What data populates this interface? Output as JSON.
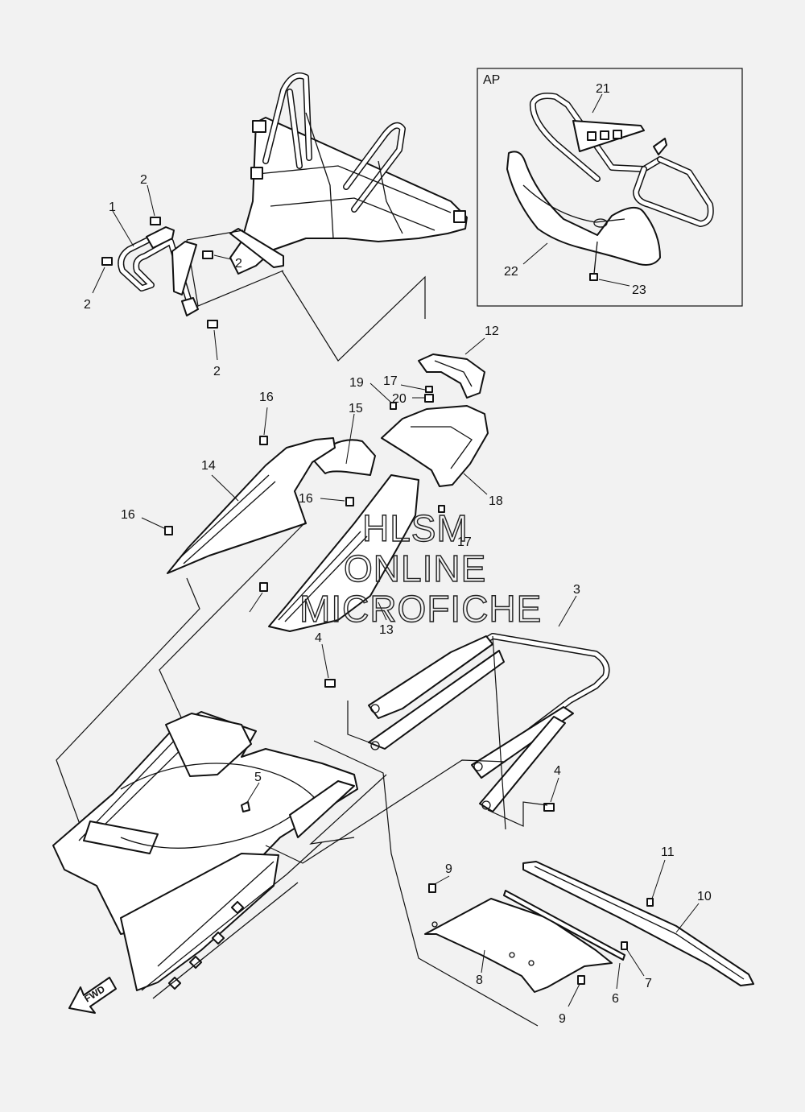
{
  "inset": {
    "label": "AP"
  },
  "watermark": {
    "line1": "HLSM",
    "line2": "ONLINE",
    "line3": "MICROFICHE"
  },
  "fwd_label": "FWD",
  "callouts": {
    "c1": "1",
    "c2a": "2",
    "c2b": "2",
    "c2c": "2",
    "c2d": "2",
    "c3": "3",
    "c4a": "4",
    "c4b": "4",
    "c5": "5",
    "c6": "6",
    "c7": "7",
    "c8": "8",
    "c9a": "9",
    "c9b": "9",
    "c10": "10",
    "c11": "11",
    "c12": "12",
    "c13": "13",
    "c14": "14",
    "c15": "15",
    "c16a": "16",
    "c16b": "16",
    "c16c": "16",
    "c17a": "17",
    "c17b": "17",
    "c18": "18",
    "c19": "19",
    "c20": "20",
    "c21": "21",
    "c22": "22",
    "c23": "23"
  }
}
